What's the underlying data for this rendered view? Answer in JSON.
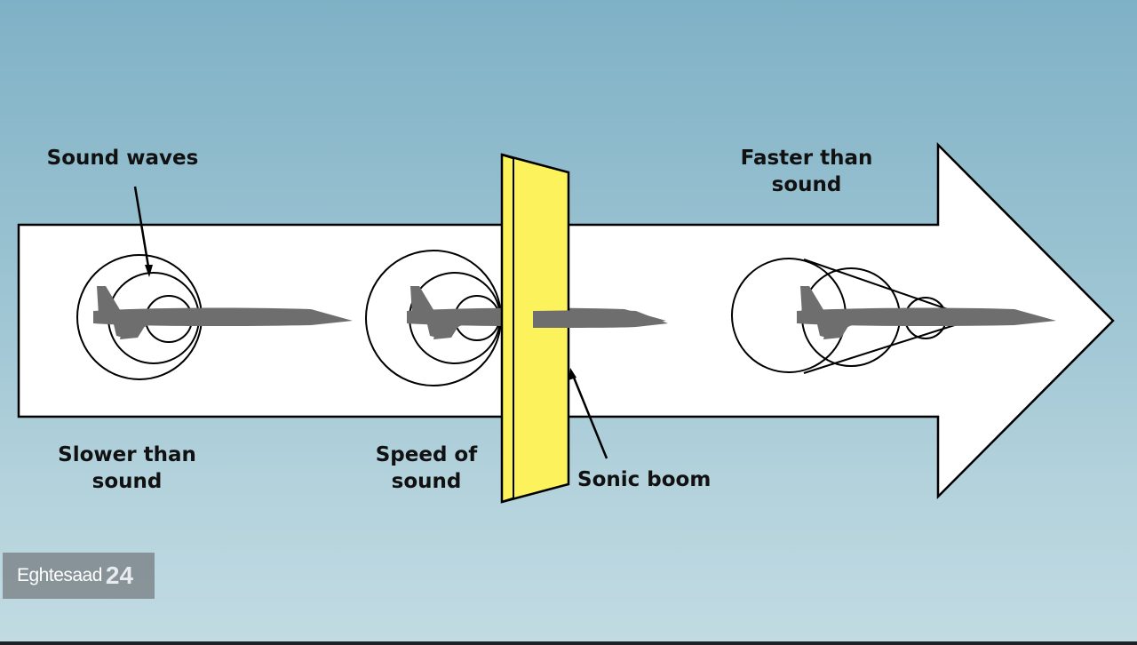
{
  "labels": {
    "sound_waves": "Sound waves",
    "faster_line1": "Faster than",
    "faster_line2": "sound",
    "slower_line1": "Slower than",
    "slower_line2": "sound",
    "speed_line1": "Speed of",
    "speed_line2": "sound",
    "sonic_boom": "Sonic boom"
  },
  "watermark": {
    "name": "Eghtesaad",
    "number": "24"
  },
  "colors": {
    "arrow_fill": "#ffffff",
    "outline": "#000000",
    "barrier": "#fbf25c",
    "aircraft": "#6e6e6e"
  }
}
